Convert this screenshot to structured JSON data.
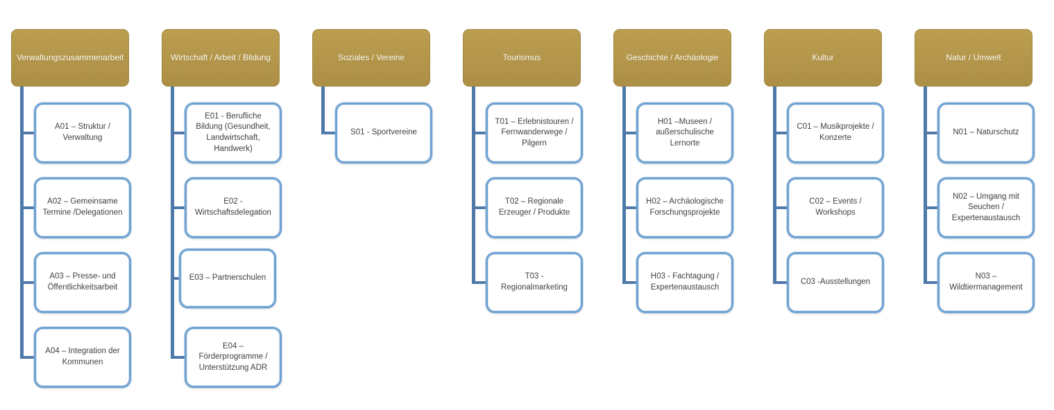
{
  "diagram": {
    "type": "org-chart",
    "columns": [
      {
        "header": "Verwaltungszusammenarbeit",
        "items": [
          "A01 – Struktur / Verwaltung",
          "A02 – Gemeinsame Termine /Delegationen",
          "A03 – Presse- und Öffentlichkeitsarbeit",
          "A04 –  Integration der Kommunen"
        ]
      },
      {
        "header": "Wirtschaft / Arbeit / Bildung",
        "items": [
          "E01 - Berufliche Bildung (Gesundheit, Landwirtschaft, Handwerk)",
          "E02 - Wirtschaftsdelegation",
          "E03 – Partnerschulen",
          "E04 – Förderprogramme / Unterstützung ADR"
        ]
      },
      {
        "header": "Soziales / Vereine",
        "items": [
          "S01 - Sportvereine"
        ]
      },
      {
        "header": "Tourismus",
        "items": [
          "T01 – Erlebnistouren / Fernwanderwege / Pilgern",
          "T02 – Regionale Erzeuger / Produkte",
          "T03 - Regionalmarketing"
        ]
      },
      {
        "header": "Geschichte / Archäologie",
        "items": [
          "H01 –Museen / außerschulische Lernorte",
          "H02 – Archäologische Forschungsprojekte",
          "H03 - Fachtagung / Expertenaustausch"
        ]
      },
      {
        "header": "Kultur",
        "items": [
          "C01 – Musikprojekte / Konzerte",
          "C02 – Events / Workshops",
          "C03 -Ausstellungen"
        ]
      },
      {
        "header": "Natur / Umwelt",
        "items": [
          "N01 – Naturschutz",
          "N02 – Umgang mit Seuchen / Expertenaustausch",
          "N03 – Wildtiermanagement"
        ]
      }
    ]
  },
  "colors": {
    "page_bg": "#FFFFFF",
    "header_fill_top": "#BC9E50",
    "header_fill_bottom": "#AC8F45",
    "header_border": "#A18743",
    "header_text": "#FDFCF7",
    "connector": "#4E79A9",
    "box_border": "#6FA2D2",
    "box_fill": "#FFFFFF",
    "box_text": "#3F3F3F"
  }
}
